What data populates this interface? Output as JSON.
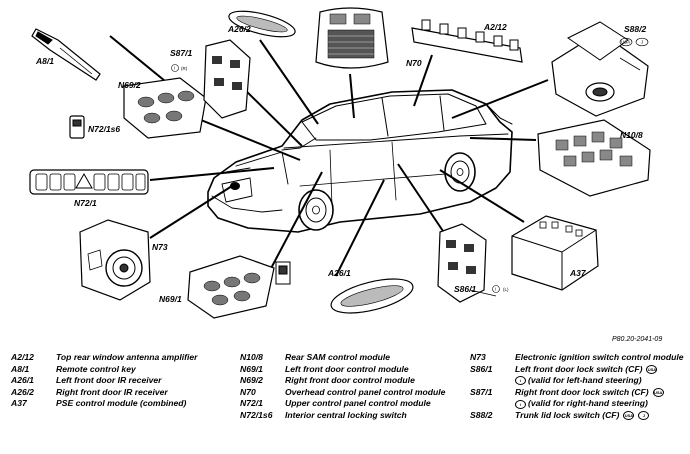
{
  "diagram": {
    "callouts": {
      "a8_1": "A8/1",
      "a26_2": "A26/2",
      "s87_1": "S87/1",
      "n69_2": "N69/2",
      "n72_1s6": "N72/1s6",
      "n72_1": "N72/1",
      "n73": "N73",
      "n69_1": "N69/1",
      "a26_1": "A26/1",
      "n70": "N70",
      "a2_12": "A2/12",
      "s88_2": "S88/2",
      "n10_8": "N10/8",
      "a37": "A37",
      "s86_1": "S86/1"
    },
    "markers": {
      "s87_1_i": "i",
      "s87_1_r": "(R)",
      "s88_2_usa": "USA",
      "s88_2_j": "J",
      "s86_1_i": "i",
      "s86_1_r": "(L)"
    },
    "reference": "P80.20-2041-09"
  },
  "legend": {
    "col1": [
      {
        "code": "A2/12",
        "desc": "Top rear window antenna amplifier"
      },
      {
        "code": "A8/1",
        "desc": "Remote control key"
      },
      {
        "code": "A26/1",
        "desc": "Left front door IR receiver"
      },
      {
        "code": "A26/2",
        "desc": "Right front door IR receiver"
      },
      {
        "code": "A37",
        "desc": "PSE control module (combined)"
      }
    ],
    "col2": [
      {
        "code": "N10/8",
        "desc": "Rear SAM control module"
      },
      {
        "code": "N69/1",
        "desc": "Left front door control module"
      },
      {
        "code": "N69/2",
        "desc": "Right front door control module"
      },
      {
        "code": "N70",
        "desc": "Overhead control panel control module"
      },
      {
        "code": "N72/1",
        "desc": "Upper control panel control module"
      },
      {
        "code": "N72/1s6",
        "desc": "Interior central locking switch"
      }
    ],
    "col3": [
      {
        "code": "N73",
        "desc": "Electronic ignition switch control module"
      },
      {
        "code": "S86/1",
        "desc": "Left front door lock switch (CF)",
        "badge": "USA"
      },
      {
        "code": "",
        "badge_i": "i",
        "desc": "(valid for left-hand steering)"
      },
      {
        "code": "S87/1",
        "desc": "Right front door lock switch (CF)",
        "badge": "USA"
      },
      {
        "code": "",
        "badge_i": "i",
        "desc": "(valid for right-hand steering)"
      },
      {
        "code": "S88/2",
        "desc": "Trunk lid lock switch (CF)",
        "badge": "USA",
        "badge2": "J"
      }
    ]
  }
}
